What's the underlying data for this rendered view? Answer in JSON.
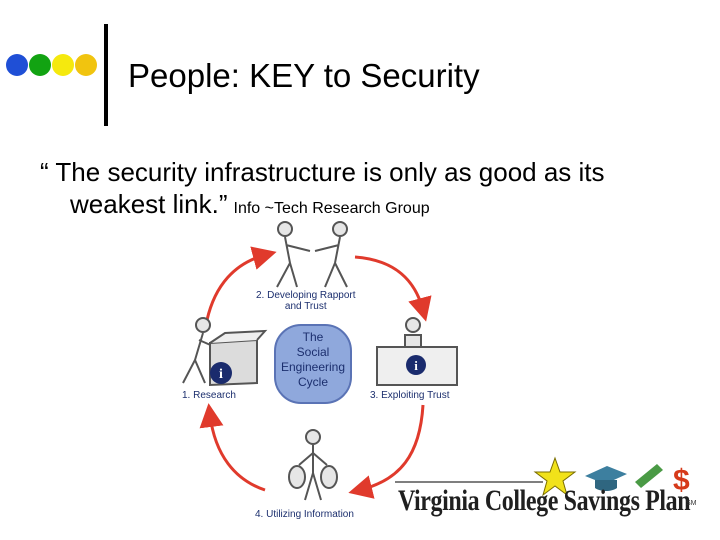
{
  "slide": {
    "title": "People: KEY to Security",
    "quote_line1": "“ The security infrastructure is only as good as its",
    "quote_line2": "weakest link.”",
    "quote_source": "Info ~Tech Research Group"
  },
  "diagram": {
    "hub_lines": [
      "The",
      "Social",
      "Engineering",
      "Cycle"
    ],
    "stage1": "1. Research",
    "stage2_line1": "2. Developing Rapport",
    "stage2_line2": "and Trust",
    "stage3": "3. Exploiting Trust",
    "stage4": "4. Utilizing Information"
  },
  "logo": {
    "text": "Virginia College Savings Plan",
    "mark": "SM"
  },
  "colors": {
    "dot_blue": "#1f4fd6",
    "dot_green": "#12a312",
    "dot_yellow": "#f5e90e",
    "dot_gold": "#f1c40f",
    "arrow_red": "#e03a2c",
    "hub_blue": "#8fa8dc",
    "label_blue": "#1c2f6e"
  }
}
